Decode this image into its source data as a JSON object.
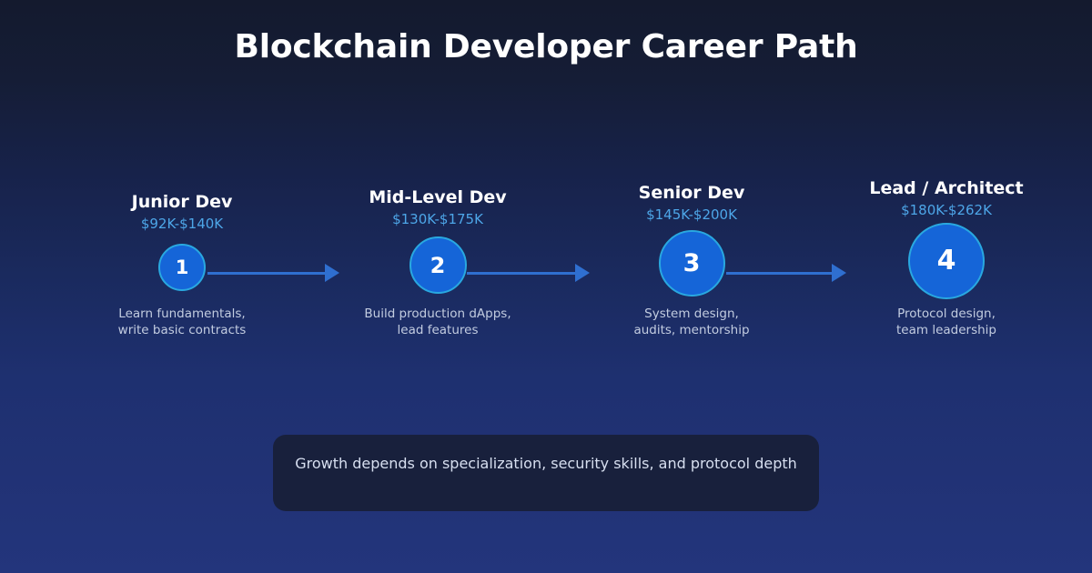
{
  "title": "Blockchain Developer Career Path",
  "stages": [
    {
      "number": "1",
      "title": "Junior Dev",
      "salary": "$92K-$140K",
      "desc_line1": "Learn fundamentals,",
      "desc_line2": "write basic contracts"
    },
    {
      "number": "2",
      "title": "Mid-Level Dev",
      "salary": "$130K-$175K",
      "desc_line1": "Build production dApps,",
      "desc_line2": "lead features"
    },
    {
      "number": "3",
      "title": "Senior Dev",
      "salary": "$145K-$200K",
      "desc_line1": "System design,",
      "desc_line2": "audits, mentorship"
    },
    {
      "number": "4",
      "title": "Lead / Architect",
      "salary": "$180K-$262K",
      "desc_line1": "Protocol design,",
      "desc_line2": "team leadership"
    }
  ],
  "footer": {
    "note": "Growth depends on specialization, security skills, and protocol depth"
  },
  "colors": {
    "circle_fill": "#1565d8",
    "circle_ring": "#29a8e0",
    "arrow": "#2f6fd0",
    "salary_text": "#4da6e8",
    "title_text": "#ffffff",
    "desc_text": "#c2cce0",
    "note_bg": "#18203c",
    "bg_top": "#141a2e",
    "bg_bottom": "#23357c"
  }
}
